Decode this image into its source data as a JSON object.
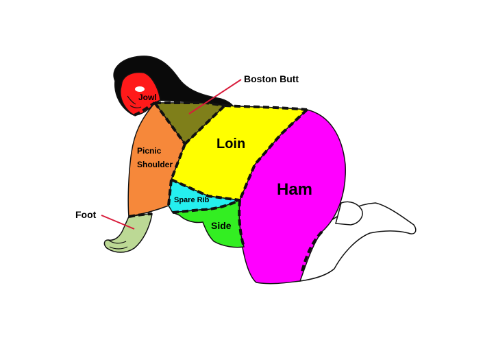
{
  "regions": [
    {
      "key": "jowl",
      "label": "Jowl",
      "color": "#ff1a1a"
    },
    {
      "key": "boston_butt",
      "label": "Boston Butt",
      "color": "#7f7f1a"
    },
    {
      "key": "picnic_shoulder",
      "label_line1": "Picnic",
      "label_line2": "Shoulder",
      "color": "#f6883a"
    },
    {
      "key": "loin",
      "label": "Loin",
      "color": "#ffff00"
    },
    {
      "key": "spare_rib",
      "label": "Spare Rib",
      "color": "#25efef"
    },
    {
      "key": "side",
      "label": "Side",
      "color": "#33ee22"
    },
    {
      "key": "ham",
      "label": "Ham",
      "color": "#ff00ff"
    },
    {
      "key": "foot",
      "label": "Foot",
      "color": "#bcd995"
    }
  ],
  "callout_color": "#d81b3a",
  "outline_color": "#111111"
}
